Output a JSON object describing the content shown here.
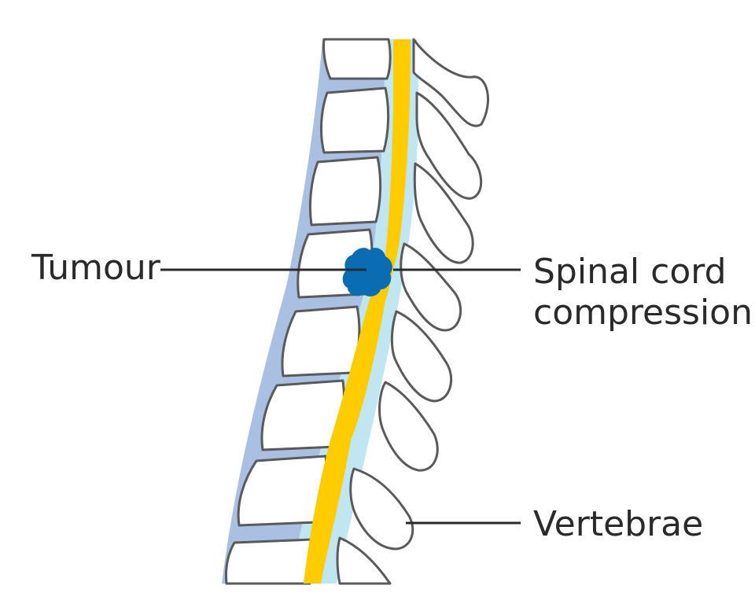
{
  "labels": {
    "tumour": "Tumour",
    "spinal_cord_compression_line1": "Spinal cord",
    "spinal_cord_compression_line2": "compression",
    "vertebrae": "Vertebrae"
  },
  "colors": {
    "disc": "#a9c0e2",
    "canal": "#bfe6f1",
    "cord": "#ffcc00",
    "tumour": "#0a6db3",
    "outline": "#5a5a5a",
    "leader_line": "#2a2a2a",
    "background": "#ffffff"
  }
}
